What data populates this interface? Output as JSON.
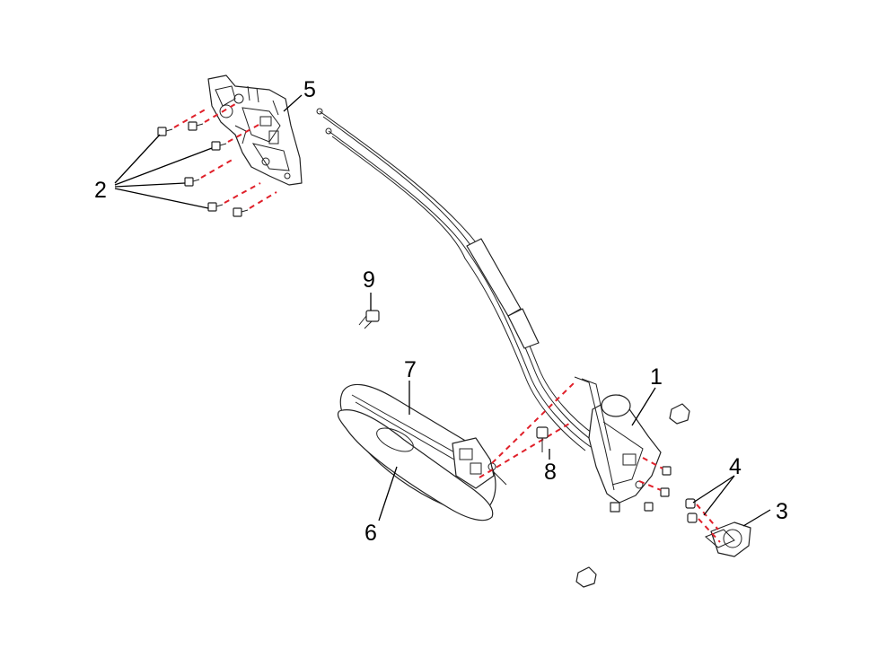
{
  "colors": {
    "background": "#ffffff",
    "line_art": "#222222",
    "accent_dash": "#e0202a"
  },
  "callouts": {
    "c1": "1",
    "c2": "2",
    "c3": "3",
    "c4": "4",
    "c5": "5",
    "c6": "6",
    "c7": "7",
    "c8": "8",
    "c9": "9"
  }
}
